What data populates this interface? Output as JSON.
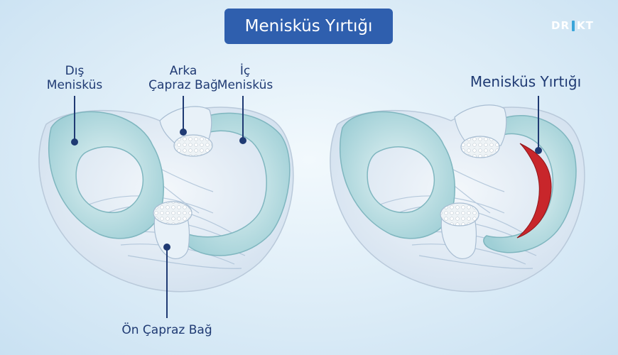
{
  "title": "Menisküs Yırtığı",
  "logo": {
    "left": "DR",
    "right": "KT"
  },
  "labels": {
    "dis_line1": "Dış",
    "dis_line2": "Menisküs",
    "arka_line1": "Arka",
    "arka_line2": "Çapraz Bağ",
    "ic_line1": "İç",
    "ic_line2": "Menisküs",
    "on_capraz": "Ön Çapraz Bağ",
    "yirtik": "Menisküs Yırtığı"
  },
  "colors": {
    "title_bg": "#2f5fae",
    "label_text": "#1f3a73",
    "meniscus": "#c2e3e7",
    "tear": "#c8262b"
  }
}
